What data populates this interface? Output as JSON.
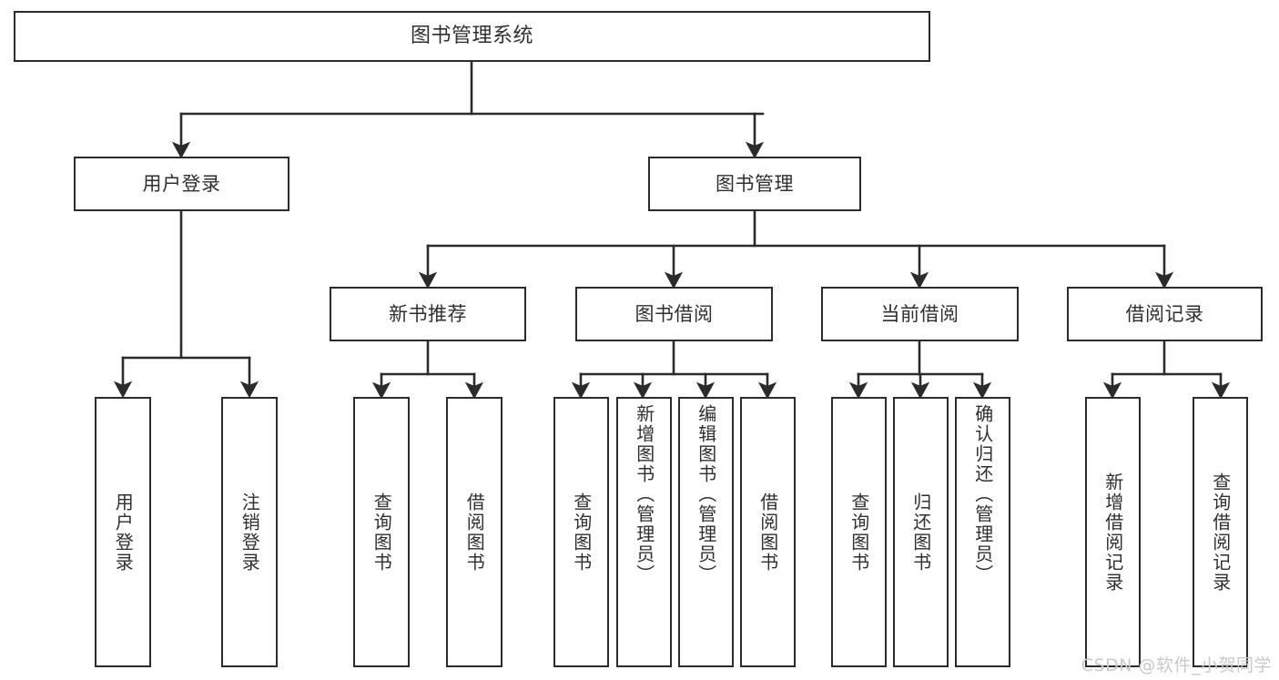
{
  "diagram": {
    "title": "图书管理系统",
    "watermark": "CSDN @软件_小贺同学",
    "line_color": "#2b2b2b",
    "box_fill": "#ffffff",
    "text_color": "#2f2f2f",
    "watermark_color": "#c9c9c9",
    "nodes": {
      "root": {
        "label": "图书管理系统"
      },
      "level1": [
        {
          "label": "用户登录"
        },
        {
          "label": "图书管理"
        }
      ],
      "level2": [
        {
          "label": "新书推荐"
        },
        {
          "label": "图书借阅"
        },
        {
          "label": "当前借阅"
        },
        {
          "label": "借阅记录"
        }
      ],
      "leaves": {
        "user_login": [
          {
            "label": "用户登录"
          },
          {
            "label": "注销登录"
          }
        ],
        "new_book": [
          {
            "label": "查询图书"
          },
          {
            "label": "借阅图书"
          }
        ],
        "book_borrow": [
          {
            "label": "查询图书"
          },
          {
            "label": "新增图书（管理员）"
          },
          {
            "label": "编辑图书（管理员）"
          },
          {
            "label": "借阅图书"
          }
        ],
        "current_borrow": [
          {
            "label": "查询图书"
          },
          {
            "label": "归还图书"
          },
          {
            "label": "确认归还（管理员）"
          }
        ],
        "borrow_record": [
          {
            "label": "新增借阅记录"
          },
          {
            "label": "查询借阅记录"
          }
        ]
      }
    }
  }
}
